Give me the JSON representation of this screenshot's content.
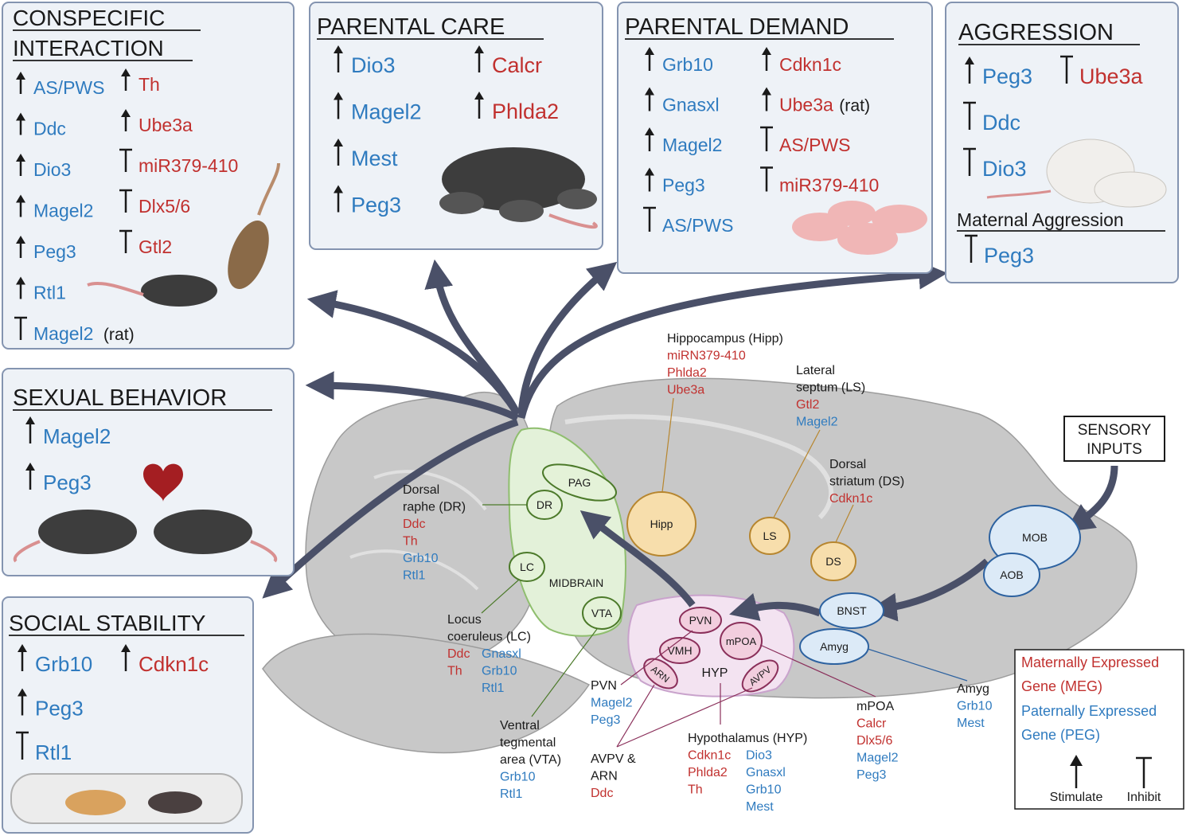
{
  "colors": {
    "meg": "#c1312f",
    "peg": "#2f7bbf",
    "black": "#1a1a1a",
    "panel_fill": "#eef2f7",
    "panel_stroke": "#8494b0",
    "arrow": "#4a5068",
    "brain": "#c8c8c8",
    "midbrain_fill": "#e3f1d9",
    "midbrain_stroke": "#8fbe6e",
    "hyp_fill": "#f3e3f1",
    "hyp_stroke": "#c9a3cc",
    "amber_fill": "#f7deac",
    "amber_stroke": "#b7862f",
    "blue_fill": "#dceaf7",
    "blue_stroke": "#2d62a0",
    "pink_fill": "#f2cede",
    "pink_stroke": "#8a2f5a",
    "green_oval_fill": "#e4f2d8",
    "green_oval_stroke": "#4c7a2a"
  },
  "panels": {
    "conspecific": {
      "title_line1": "CONSPECIFIC",
      "title_line2": "INTERACTION",
      "left": [
        {
          "sym": "stim",
          "gene": "AS/PWS",
          "type": "peg"
        },
        {
          "sym": "stim",
          "gene": "Ddc",
          "type": "peg"
        },
        {
          "sym": "stim",
          "gene": "Dio3",
          "type": "peg"
        },
        {
          "sym": "stim",
          "gene": "Magel2",
          "type": "peg"
        },
        {
          "sym": "stim",
          "gene": "Peg3",
          "type": "peg"
        },
        {
          "sym": "stim",
          "gene": "Rtl1",
          "type": "peg"
        },
        {
          "sym": "inhib",
          "gene": "Magel2",
          "type": "peg",
          "note": "(rat)"
        }
      ],
      "right": [
        {
          "sym": "stim",
          "gene": "Th",
          "type": "meg"
        },
        {
          "sym": "stim",
          "gene": "Ube3a",
          "type": "meg"
        },
        {
          "sym": "inhib",
          "gene": "miR379-410",
          "type": "meg"
        },
        {
          "sym": "inhib",
          "gene": "Dlx5/6",
          "type": "meg"
        },
        {
          "sym": "inhib",
          "gene": "Gtl2",
          "type": "meg"
        }
      ]
    },
    "parental_care": {
      "title": "PARENTAL CARE",
      "left": [
        {
          "sym": "stim",
          "gene": "Dio3",
          "type": "peg"
        },
        {
          "sym": "stim",
          "gene": "Magel2",
          "type": "peg"
        },
        {
          "sym": "stim",
          "gene": "Mest",
          "type": "peg"
        },
        {
          "sym": "stim",
          "gene": "Peg3",
          "type": "peg"
        }
      ],
      "right": [
        {
          "sym": "stim",
          "gene": "Calcr",
          "type": "meg"
        },
        {
          "sym": "stim",
          "gene": "Phlda2",
          "type": "meg"
        }
      ]
    },
    "parental_demand": {
      "title": "PARENTAL DEMAND",
      "left": [
        {
          "sym": "stim",
          "gene": "Grb10",
          "type": "peg"
        },
        {
          "sym": "stim",
          "gene": "Gnasxl",
          "type": "peg"
        },
        {
          "sym": "stim",
          "gene": "Magel2",
          "type": "peg"
        },
        {
          "sym": "stim",
          "gene": "Peg3",
          "type": "peg"
        },
        {
          "sym": "inhib",
          "gene": "AS/PWS",
          "type": "peg"
        }
      ],
      "right": [
        {
          "sym": "stim",
          "gene": "Cdkn1c",
          "type": "meg"
        },
        {
          "sym": "stim",
          "gene": "Ube3a",
          "type": "meg",
          "note": "(rat)"
        },
        {
          "sym": "inhib",
          "gene": "AS/PWS",
          "type": "meg"
        },
        {
          "sym": "inhib",
          "gene": "miR379-410",
          "type": "meg"
        }
      ]
    },
    "aggression": {
      "title": "AGGRESSION",
      "items": [
        {
          "sym": "stim",
          "gene": "Peg3",
          "type": "peg"
        },
        {
          "sym": "inhib",
          "gene": "Ddc",
          "type": "peg"
        },
        {
          "sym": "inhib",
          "gene": "Dio3",
          "type": "peg"
        }
      ],
      "right": [
        {
          "sym": "inhib",
          "gene": "Ube3a",
          "type": "meg"
        }
      ],
      "subtitle": "Maternal Aggression",
      "sub_items": [
        {
          "sym": "inhib",
          "gene": "Peg3",
          "type": "peg"
        }
      ]
    },
    "sexual": {
      "title": "SEXUAL BEHAVIOR",
      "items": [
        {
          "sym": "stim",
          "gene": "Magel2",
          "type": "peg"
        },
        {
          "sym": "stim",
          "gene": "Peg3",
          "type": "peg"
        }
      ]
    },
    "social": {
      "title": "SOCIAL STABILITY",
      "left": [
        {
          "sym": "stim",
          "gene": "Grb10",
          "type": "peg"
        },
        {
          "sym": "stim",
          "gene": "Peg3",
          "type": "peg"
        },
        {
          "sym": "inhib",
          "gene": "Rtl1",
          "type": "peg"
        }
      ],
      "right": [
        {
          "sym": "stim",
          "gene": "Cdkn1c",
          "type": "meg"
        }
      ]
    }
  },
  "sensory": {
    "line1": "SENSORY",
    "line2": "INPUTS"
  },
  "brain_regions": {
    "pag": "PAG",
    "dr": "DR",
    "lc": "LC",
    "vta": "VTA",
    "midbrain": "MIDBRAIN",
    "hipp": "Hipp",
    "ls": "LS",
    "ds": "DS",
    "mob": "MOB",
    "aob": "AOB",
    "bnst": "BNST",
    "amyg": "Amyg",
    "pvn": "PVN",
    "vmh": "VMH",
    "arn": "ARN",
    "mpoa": "mPOA",
    "avpv": "AVPV",
    "hyp": "HYP"
  },
  "annotations": {
    "hipp": {
      "title": "Hippocampus (Hipp)",
      "meg": [
        "miRN379-410",
        "Phlda2",
        "Ube3a"
      ],
      "peg": []
    },
    "ls": {
      "title_lines": [
        "Lateral",
        "septum (LS)"
      ],
      "meg": [
        "Gtl2"
      ],
      "peg": [
        "Magel2"
      ]
    },
    "ds": {
      "title_lines": [
        "Dorsal",
        "striatum (DS)"
      ],
      "meg": [
        "Cdkn1c"
      ],
      "peg": []
    },
    "dr": {
      "title_lines": [
        "Dorsal",
        "raphe (DR)"
      ],
      "meg": [
        "Ddc",
        "Th"
      ],
      "peg": [
        "Grb10",
        "Rtl1"
      ]
    },
    "lc": {
      "title_lines": [
        "Locus",
        "coeruleus (LC)"
      ],
      "meg": [
        "Ddc",
        "Th"
      ],
      "peg": [
        "Gnasxl",
        "Grb10",
        "Rtl1"
      ]
    },
    "vta": {
      "title_lines": [
        "Ventral",
        "tegmental",
        "area (VTA)"
      ],
      "peg": [
        "Grb10",
        "Rtl1"
      ]
    },
    "pvn": {
      "title": "PVN",
      "peg": [
        "Magel2",
        "Peg3"
      ]
    },
    "avpv": {
      "title_lines": [
        "AVPV &",
        "ARN"
      ],
      "meg": [
        "Ddc"
      ]
    },
    "hyp": {
      "title": "Hypothalamus (HYP)",
      "meg": [
        "Cdkn1c",
        "Phlda2",
        "Th"
      ],
      "peg": [
        "Dio3",
        "Gnasxl",
        "Grb10",
        "Mest"
      ]
    },
    "mpoa": {
      "title": "mPOA",
      "meg": [
        "Calcr",
        "Dlx5/6"
      ],
      "peg": [
        "Magel2",
        "Peg3"
      ]
    },
    "amyg": {
      "title": "Amyg",
      "peg": [
        "Grb10",
        "Mest"
      ]
    }
  },
  "legend": {
    "meg_line1": "Maternally Expressed",
    "meg_line2": "Gene (MEG)",
    "peg_line1": "Paternally Expressed",
    "peg_line2": "Gene (PEG)",
    "stimulate": "Stimulate",
    "inhibit": "Inhibit"
  }
}
